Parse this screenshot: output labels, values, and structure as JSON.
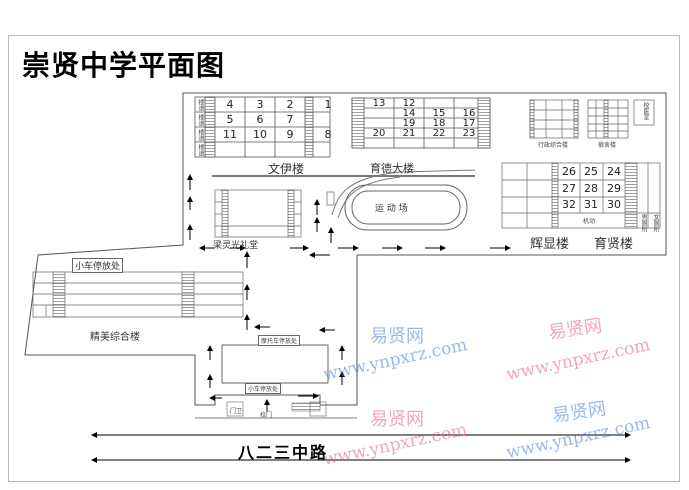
{
  "title": "崇贤中学平面图",
  "buildings": {
    "wenyi": {
      "name": "文伊楼",
      "side_labels": [
        "楼道",
        "楼道",
        "楼道",
        "楼道"
      ],
      "rows": [
        [
          "4",
          "3",
          "2",
          "1"
        ],
        [
          "5",
          "6",
          "7",
          ""
        ],
        [
          "11",
          "10",
          "9",
          "8"
        ]
      ]
    },
    "yude": {
      "name": "育德大楼",
      "rows": [
        [
          "13",
          "12",
          "",
          ""
        ],
        [
          "",
          "14",
          "15",
          "16"
        ],
        [
          "",
          "19",
          "18",
          "17"
        ],
        [
          "20",
          "21",
          "22",
          "23"
        ]
      ]
    },
    "xingzheng": {
      "name": "行政综合楼"
    },
    "sushe": {
      "name": "宿舍楼"
    },
    "xiaoyi": {
      "name": "校医室"
    },
    "huixian": {
      "name": "辉显楼"
    },
    "yuxian": {
      "name": "育贤楼",
      "rows": [
        [
          "26",
          "25",
          "24"
        ],
        [
          "27",
          "28",
          "29"
        ],
        [
          "32",
          "31",
          "30"
        ]
      ],
      "extra": "机动",
      "side_labels": [
        "男厕所",
        "女厕所"
      ]
    },
    "liangling": {
      "name": "梁灵光礼堂"
    },
    "track": {
      "name": "运 动 场"
    },
    "jingmei": {
      "name": "精美综合楼"
    },
    "car_park_left": {
      "name": "小车停放处"
    },
    "moto_park": {
      "name": "摩托车停放处"
    },
    "car_park_center": {
      "name": "小车停放处"
    },
    "guard": {
      "name": "门卫"
    },
    "gate": {
      "name": "校门"
    }
  },
  "road": {
    "name": "八二三中路"
  },
  "watermarks": {
    "cn": "易贤网",
    "url": "www.ynpxrz.com"
  },
  "colors": {
    "watermark_blue": "#4a7fd6",
    "watermark_pink": "#e55a8a"
  }
}
